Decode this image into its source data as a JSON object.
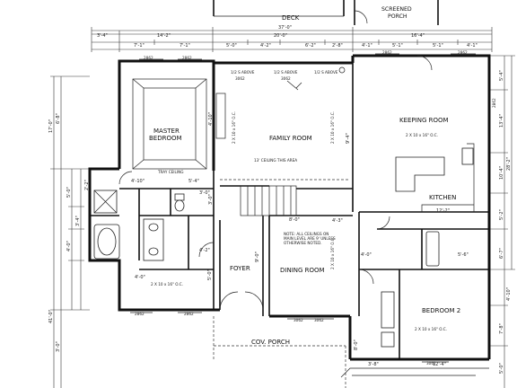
{
  "rooms": {
    "deck": "DECK",
    "screened_porch_1": "SCREENED",
    "screened_porch_2": "PORCH",
    "master_bedroom_1": "MASTER",
    "master_bedroom_2": "BEDROOM",
    "family_room": "FAMILY ROOM",
    "keeping_room": "KEEPING ROOM",
    "kitchen": "KITCHEN",
    "foyer": "FOYER",
    "dining_room": "DINING ROOM",
    "bedroom_2": "BEDROOM 2",
    "cov_porch": "COV. PORCH"
  },
  "notes": {
    "tray_ceiling": "TRAY CEILING",
    "family_ceiling": "13' CEILING THIS AREA",
    "dining_note_1": "NOTE: ALL CEILINGS ON",
    "dining_note_2": "MAIN LEVEL ARE 9' UNLESS",
    "dining_note_3": "OTHERWISE NOTED.",
    "joist_master": "2 X 10 x 16\" O.C.",
    "joist_keeping": "2 X 10 x 16\" O.C.",
    "joist_bed2": "2 X 10 x 16\" O.C.",
    "joist_dining": "2 X 10 x 16\" O.C.",
    "joist_family": "2 X 10 x 16\" O.C.",
    "joist_bath": "2 X 10 x 16\" O.C.",
    "above_1": "1/2 S ABOVE",
    "above_2": "1/2 S ABOVE",
    "above_3": "1/2 S ABOVE"
  },
  "dimensions": {
    "top_overall": "37'-0\"",
    "top_left": "3'-4\"",
    "top_a": "14'-2\"",
    "top_b": "20'-0\"",
    "top_right": "16'-4\"",
    "row2_1": "7'-1\"",
    "row2_2": "7'-1\"",
    "row2_3": "5'-0\"",
    "row2_4": "4'-2\"",
    "row2_5": "6'-2\"",
    "row2_6": "2'-8\"",
    "row2_7": "4'-1\"",
    "row2_8": "5'-1\"",
    "row2_9": "5'-1\"",
    "row2_10": "4'-1\"",
    "left_1": "17'-0\"",
    "left_2": "6'-8\"",
    "left_3": "5'-0\"",
    "left_4": "3'-4\"",
    "left_5": "41'-0\"",
    "left_6": "4'-0\"",
    "left_7": "3'-0\"",
    "right_1": "5'-4\"",
    "right_2": "13'-4\"",
    "right_3": "10'-4\"",
    "right_4": "28'-2\"",
    "right_5": "5'-2\"",
    "right_6": "6'-7\"",
    "right_7": "4'-10\"",
    "right_8": "7'-8\"",
    "right_9": "5'-0\"",
    "inner_1": "4'-10\"",
    "inner_2": "5'-4\"",
    "inner_3": "3'-0\"",
    "inner_4": "12'-2\"",
    "inner_5": "9'-0\"",
    "inner_6": "4'-3\"",
    "inner_7": "8'-0\"",
    "inner_8": "9'-4\"",
    "inner_9": "4'-0\"",
    "inner_10": "5'-6\"",
    "inner_11": "4'-2\"",
    "inner_12": "3'-0\"",
    "inner_13": "4'-10\"",
    "inner_14": "12'-4\"",
    "inner_15": "3'-8\"",
    "inner_16": "8'-0\"",
    "inner_17": "4'-0\"",
    "inner_18": "5'-0\"",
    "inner_19": "2'-2\""
  },
  "windows": {
    "w1": "2862",
    "w2": "2862",
    "w3": "3062",
    "w4": "3062",
    "w5": "2862",
    "w6": "2862",
    "w7": "3062",
    "w8": "3062",
    "w9": "2862",
    "w10": "2862",
    "w11": "3062",
    "w12": "2862"
  }
}
